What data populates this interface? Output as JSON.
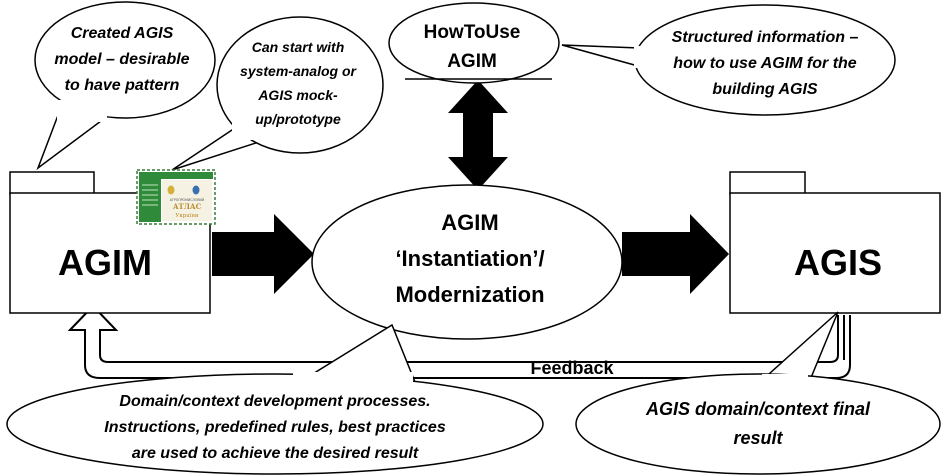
{
  "diagram": {
    "packages": {
      "agim": "AGIM",
      "agis": "AGIS"
    },
    "center": {
      "line1": "AGIM",
      "line2": "‘Instantiation’/",
      "line3": "Modernization"
    },
    "howto": {
      "line1": "HowToUse",
      "line2": "AGIM"
    },
    "feedback_label": "Feedback",
    "callouts": {
      "created": [
        "Created AGIS",
        "model – desirable",
        "to have pattern"
      ],
      "canstart": [
        "Can start with",
        "system-analog or",
        "AGIS mock-",
        "up/prototype"
      ],
      "structured": [
        "Structured information –",
        "how to use AGIM for the",
        "building AGIS"
      ],
      "domain": [
        "Domain/context development processes.",
        "Instructions, predefined rules, best practices",
        "are used to achieve the desired result"
      ],
      "final": [
        "AGIS domain/context final",
        "result"
      ]
    },
    "thumbnail": {
      "title_small": "АГРОПРОМИСЛОВИЙ",
      "title_main": "АТЛАС",
      "title_sub": "України"
    },
    "colors": {
      "line": "#000000",
      "fill": "#ffffff",
      "thumb_green": "#2f8a3a",
      "thumb_border": "#3a7a3a"
    }
  }
}
